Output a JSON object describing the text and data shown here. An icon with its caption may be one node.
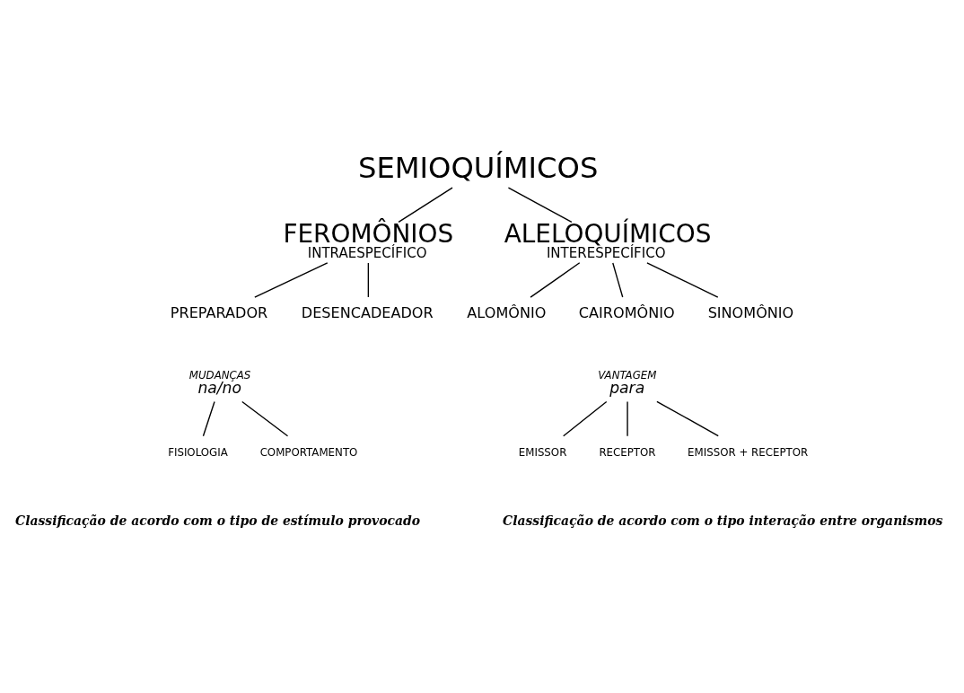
{
  "diagram": {
    "nodes": [
      {
        "text": [
          "SEMIOQUÍMICOS"
        ]
      },
      {
        "text": [
          "FEROMÔNIOS",
          "INTRAESPECÍFICO"
        ]
      },
      {
        "text": [
          "ALELOQUÍMICOS",
          "INTERESPECÍFICO"
        ]
      },
      {
        "text": [
          "PREPARADOR"
        ]
      },
      {
        "text": [
          "DESENCADEADOR"
        ]
      },
      {
        "text": [
          "ALOMÔNIO"
        ]
      },
      {
        "text": [
          "CAIROMÔNIO"
        ]
      },
      {
        "text": [
          "SINOMÔNIO"
        ]
      },
      {
        "text": [
          "MUDANÇAS",
          "na/no"
        ]
      },
      {
        "text": [
          "VANTAGEM",
          "para"
        ]
      },
      {
        "text": [
          "FISIOLOGIA"
        ]
      },
      {
        "text": [
          "COMPORTAMENTO"
        ]
      },
      {
        "text": [
          "EMISSOR"
        ]
      },
      {
        "text": [
          "RECEPTOR"
        ]
      },
      {
        "text": [
          "EMISSOR + RECEPTOR"
        ]
      }
    ],
    "edges": [
      {
        "from": 0,
        "to": 1,
        "arrow": "none"
      },
      {
        "from": 0,
        "to": 2,
        "arrow": "none"
      },
      {
        "from": 1,
        "to": 3,
        "arrow": "none"
      },
      {
        "from": 1,
        "to": 4,
        "arrow": "none"
      },
      {
        "from": 2,
        "to": 5,
        "arrow": "none"
      },
      {
        "from": 2,
        "to": 6,
        "arrow": "none"
      },
      {
        "from": 2,
        "to": 7,
        "arrow": "none"
      },
      {
        "from": 8,
        "to": 10,
        "arrow": "none"
      },
      {
        "from": 8,
        "to": 11,
        "arrow": "none"
      },
      {
        "from": 9,
        "to": 12,
        "arrow": "none"
      },
      {
        "from": 9,
        "to": 13,
        "arrow": "none"
      },
      {
        "from": 9,
        "to": 14,
        "arrow": "none"
      }
    ],
    "labels": [
      "Classificação de acordo com o tipo de estímulo provocado",
      "Classificação de acordo com o tipo interação entre organismos"
    ]
  }
}
